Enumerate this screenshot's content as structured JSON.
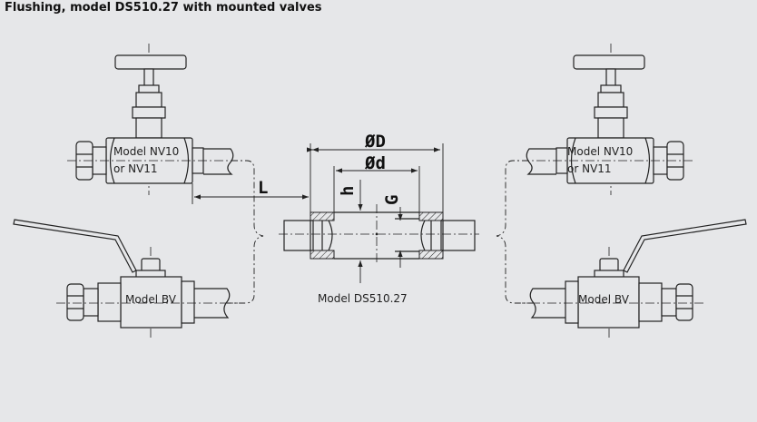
{
  "title": "Flushing, model DS510.27 with mounted valves",
  "labels": {
    "needle_valve_line1": "Model NV10",
    "needle_valve_line2": "or NV11",
    "ball_valve": "Model BV",
    "flushing_ring": "Model DS510.27"
  },
  "dimensions": {
    "outer_diameter": "ØD",
    "inner_diameter": "Ød",
    "length": "L",
    "height": "h",
    "thread": "G"
  }
}
